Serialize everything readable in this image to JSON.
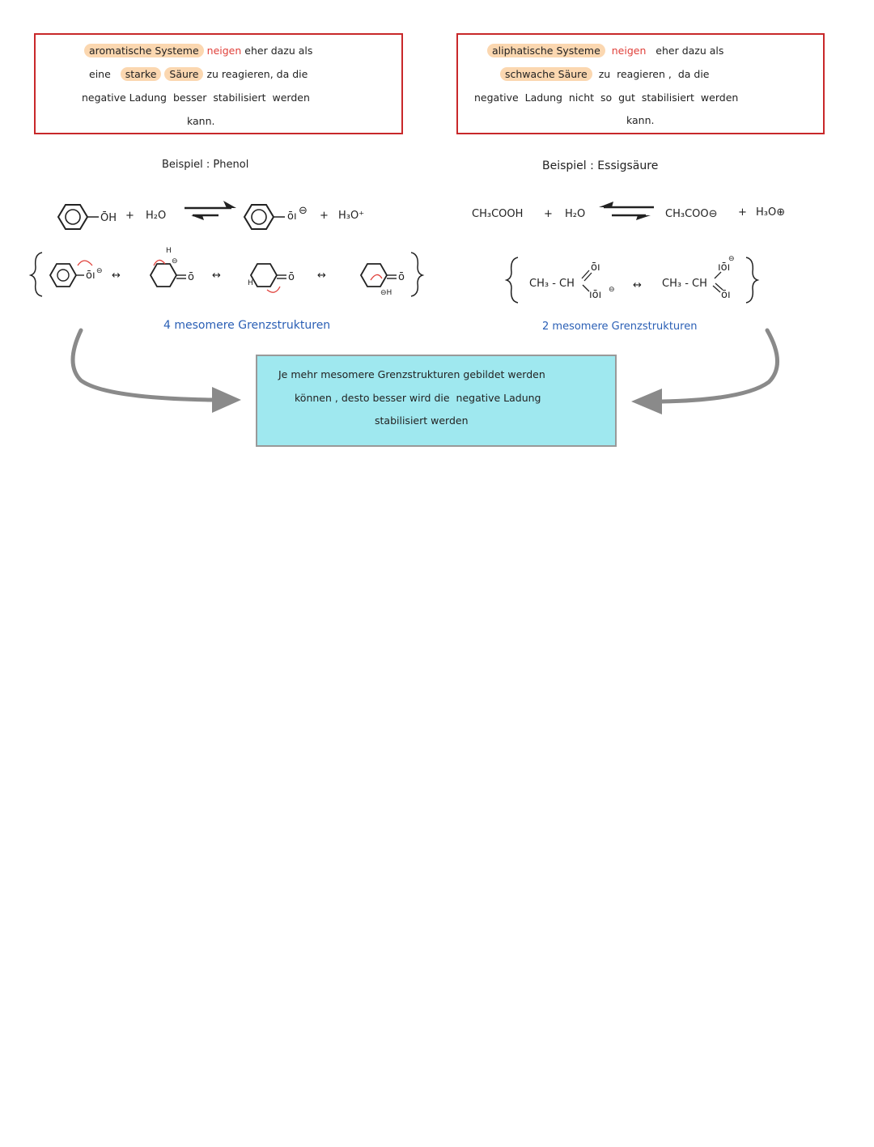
{
  "left_box": {
    "line1": [
      "aromatische Systeme",
      "neigen",
      "eher dazu als"
    ],
    "line2": [
      "eine",
      "starke",
      "Säure",
      "zu",
      "reagieren,",
      "da die"
    ],
    "line3": [
      "negative",
      "Ladung",
      "besser",
      "stabilisiert",
      "werden"
    ],
    "line4": "kann."
  },
  "right_box": {
    "line1": [
      "aliphatische Systeme",
      "neigen",
      "eher dazu als"
    ],
    "line2": [
      "schwache Säure",
      "zu",
      "reagieren ,",
      "da die"
    ],
    "line3": [
      "negative",
      "Ladung",
      "nicht",
      "so",
      "gut",
      "stabilisiert",
      "werden"
    ],
    "line4": "kann."
  },
  "left_example": {
    "label": "Beispiel : Phenol",
    "reactant_oh": "ŌH",
    "plus1": "+",
    "water": "H₂O",
    "anion_o": "ōı",
    "anion_charge": "⊖",
    "plus2": "+",
    "hydronium": "H₃O⁺",
    "structures_note": "4 mesomere Grenzstrukturen"
  },
  "right_example": {
    "label": "Beispiel : Essigsäure",
    "acid": "CH₃COOH",
    "plus1": "+",
    "water": "H₂O",
    "acetate": "CH₃COO⊖",
    "plus2": "+",
    "hydronium": "H₃O⊕",
    "res1_chain": "CH₃ - CH",
    "res2_chain": "CH₃ - CH",
    "structures_note": "2 mesomere Grenzstrukturen"
  },
  "summary": {
    "line1": "Je mehr mesomere Grenzstrukturen gebildet werden",
    "line2_a": "können , desto besser wird die",
    "line2_b": "negative Ladung",
    "line3": "stabilisiert werden"
  },
  "colors": {
    "border_red": "#c8282a",
    "highlight": "#fbd7b0",
    "accent_red": "#e0403a",
    "blue_text": "#2a5fb5",
    "summary_bg": "#9fe8ef",
    "arrow_gray": "#8a8a8a"
  }
}
